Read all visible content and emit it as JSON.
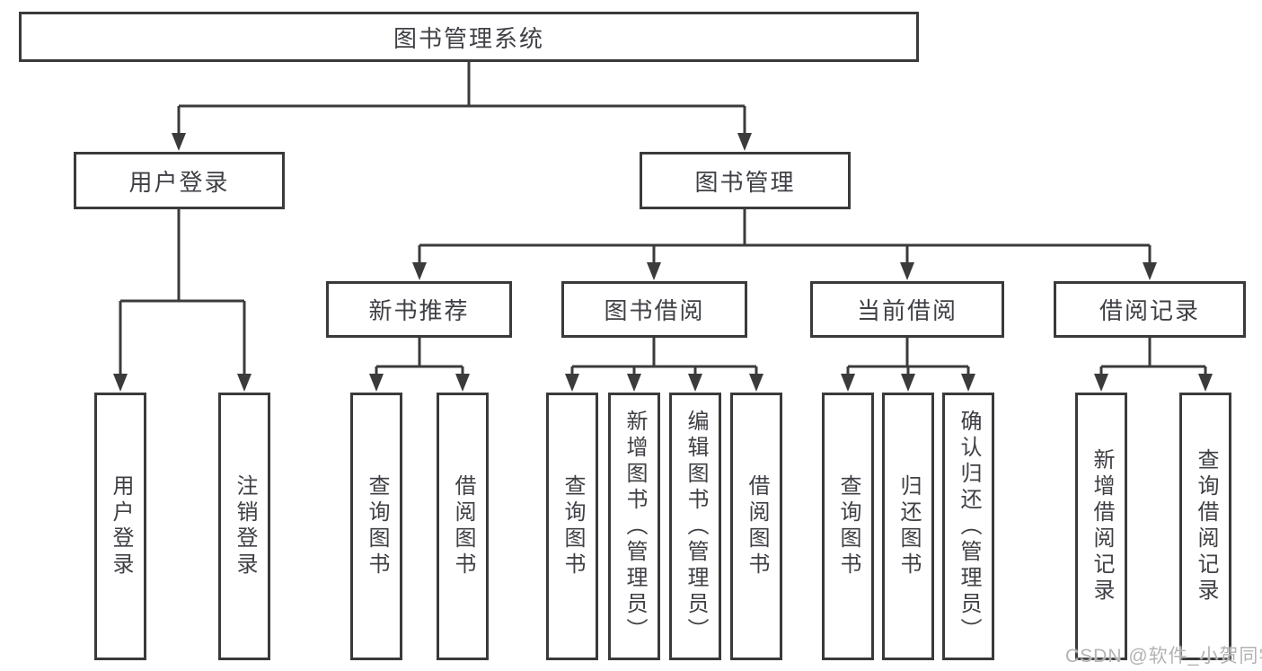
{
  "diagram": {
    "title": "图书管理系统",
    "tree": {
      "label": "图书管理系统",
      "children": [
        {
          "label": "用户登录",
          "children": [
            {
              "label": "用户登录"
            },
            {
              "label": "注销登录"
            }
          ]
        },
        {
          "label": "图书管理",
          "children": [
            {
              "label": "新书推荐",
              "children": [
                {
                  "label": "查询图书"
                },
                {
                  "label": "借阅图书"
                }
              ]
            },
            {
              "label": "图书借阅",
              "children": [
                {
                  "label": "查询图书"
                },
                {
                  "label": "新增图书（管理员）"
                },
                {
                  "label": "编辑图书（管理员）"
                },
                {
                  "label": "借阅图书"
                }
              ]
            },
            {
              "label": "当前借阅",
              "children": [
                {
                  "label": "查询图书"
                },
                {
                  "label": "归还图书"
                },
                {
                  "label": "确认归还（管理员）"
                }
              ]
            },
            {
              "label": "借阅记录",
              "children": [
                {
                  "label": "新增借阅记录"
                },
                {
                  "label": "查询借阅记录"
                }
              ]
            }
          ]
        }
      ]
    },
    "watermark": "CSDN @软件_小贺同学",
    "colors": {
      "line": "#3b3b3b",
      "box_border": "#3a3a3a",
      "text": "#3f4045",
      "watermark": "#b3b3b3",
      "background": "#ffffff"
    }
  }
}
